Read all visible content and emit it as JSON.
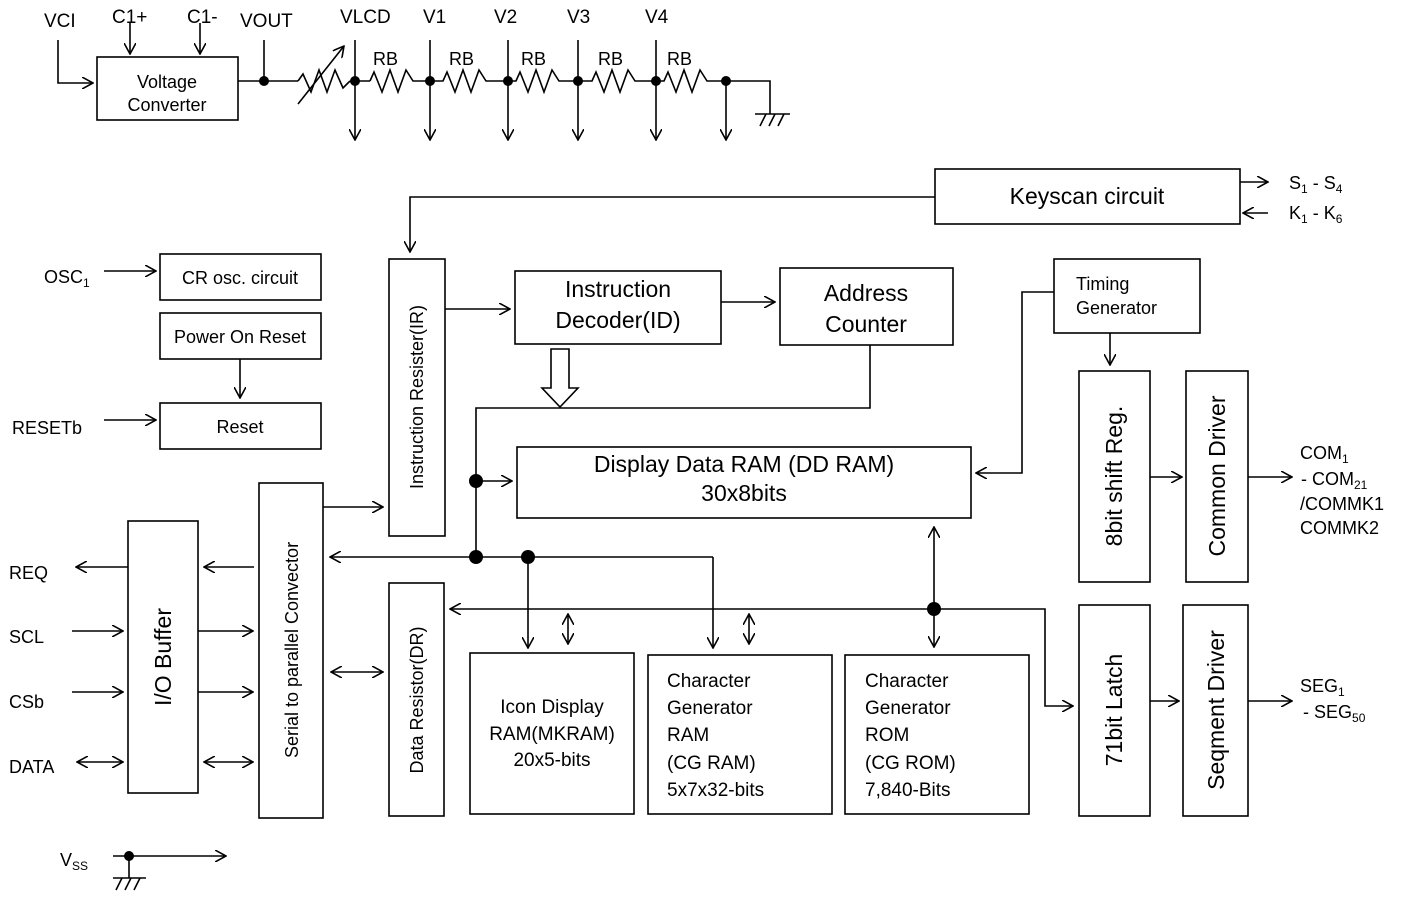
{
  "power": {
    "vci": "VCI",
    "c1p": "C1+",
    "c1m": "C1-",
    "vout": "VOUT",
    "vlcd": "VLCD",
    "v1": "V1",
    "v2": "V2",
    "v3": "V3",
    "v4": "V4",
    "rb": "RB",
    "voltage_converter": [
      "Voltage",
      "Converter"
    ]
  },
  "blocks": {
    "keyscan": "Keyscan circuit",
    "cr_osc": "CR osc. circuit",
    "power_on_reset": "Power On Reset",
    "reset": "Reset",
    "instruction_register": "Instruction Resister(IR)",
    "instruction_decoder": [
      "Instruction",
      "Decoder(ID)"
    ],
    "address_counter": [
      "Address",
      "Counter"
    ],
    "timing_generator": [
      "Timing",
      "Generator"
    ],
    "dd_ram": [
      "Display Data RAM (DD RAM)",
      "30x8bits"
    ],
    "shift_reg": "8bit shift Reg.",
    "common_driver": "Common Driver",
    "latch": "71bit Latch",
    "segment_driver": "Seqment Driver",
    "io_buffer": "I/O Buffer",
    "serial_parallel": "Serial to parallel Convector",
    "data_register": "Data Resistor(DR)",
    "icon_ram": [
      "Icon Display",
      "RAM(MKRAM)",
      "20x5-bits"
    ],
    "cg_ram": [
      "Character",
      "Generator",
      "RAM",
      "(CG RAM)",
      "5x7x32-bits"
    ],
    "cg_rom": [
      "Character",
      "Generator",
      "ROM",
      "(CG ROM)",
      "7,840-Bits"
    ]
  },
  "pins": {
    "osc1": "OSC",
    "osc1_sub": "1",
    "resetb": "RESETb",
    "req": "REQ",
    "scl": "SCL",
    "csb": "CSb",
    "data": "DATA",
    "vss": "V",
    "vss_sub": "SS",
    "s_a": "S",
    "s_a_sub": "1",
    "s_mid": " - S",
    "s_b_sub": "4",
    "k_a": "K",
    "k_a_sub": "1",
    "k_mid": " - K",
    "k_b_sub": "6",
    "com_a": "COM",
    "com_a_sub": "1",
    "com_b": "- COM",
    "com_b_sub": "21",
    "commk1": "/COMMK1",
    "commk2": "COMMK2",
    "seg_a": "SEG",
    "seg_a_sub": "1",
    "seg_b": "- SEG",
    "seg_b_sub": "50"
  }
}
